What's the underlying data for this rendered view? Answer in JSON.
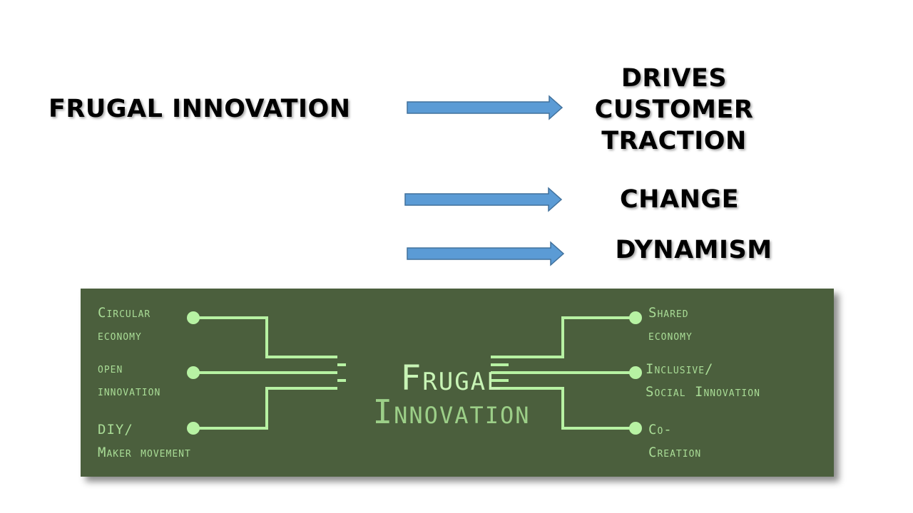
{
  "source": {
    "title": "FRUGAL INNOVATION"
  },
  "outcomes": [
    {
      "lines": [
        "DRIVES",
        "CUSTOMER",
        "TRACTION"
      ]
    },
    {
      "lines": [
        "CHANGE"
      ]
    },
    {
      "lines": [
        "DYNAMISM"
      ]
    }
  ],
  "diagram": {
    "center_line1": "Frugal",
    "center_line2": "Innovation",
    "left_items": [
      {
        "line1": "Circular",
        "line2": "economy"
      },
      {
        "line1": "open",
        "line2": "innovation"
      },
      {
        "line1": "DIY/",
        "line2": "Maker movement"
      }
    ],
    "right_items": [
      {
        "line1": "Shared",
        "line2": "economy"
      },
      {
        "line1": "Inclusive/",
        "line2": "Social Innovation"
      },
      {
        "line1": "Co-",
        "line2": "Creation"
      }
    ]
  },
  "colors": {
    "arrow_fill": "#5b9bd5",
    "arrow_stroke": "#41719c",
    "panel_bg": "#4b5f3d",
    "line": "#b7f2a3",
    "text": "#a9dc96"
  }
}
